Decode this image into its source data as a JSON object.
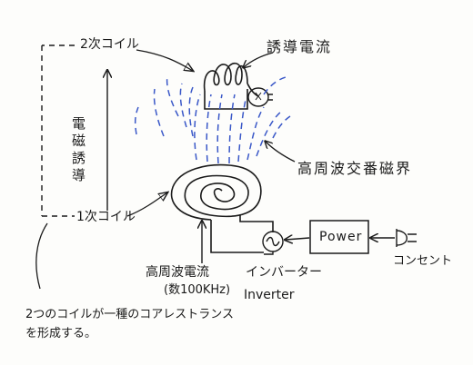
{
  "labels": {
    "secondary_coil": "2次コイル",
    "induced_current": "誘導電流",
    "electromagnetic_induction": "電磁誘導",
    "hf_alternating_field": "高周波交番磁界",
    "primary_coil": "1次コイル",
    "power": "Power",
    "outlet": "コンセント",
    "hf_current": "高周波電流",
    "hf_current_freq": "(数100KHz)",
    "inverter_jp": "インバーター",
    "inverter_en": "Inverter",
    "caption_line1": "2つのコイルが一種のコアレストランス",
    "caption_line2": "を形成する。"
  },
  "colors": {
    "ink": "#1a1a1a",
    "field_lines": "#3a58c8"
  },
  "icons": {
    "bulb": "lightbulb-icon",
    "ac_source": "ac-source-icon",
    "plug": "plug-icon"
  }
}
